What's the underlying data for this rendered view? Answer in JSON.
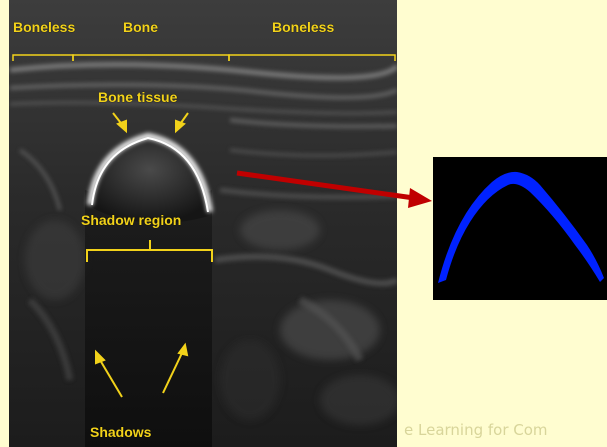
{
  "ultrasound": {
    "labels": {
      "boneless_left": "Boneless",
      "bone": "Bone",
      "boneless_right": "Boneless",
      "bone_tissue": "Bone tissue",
      "shadow_region": "Shadow region",
      "shadows": "Shadows"
    }
  },
  "segmentation_mask": {
    "mask_color": "#0022ff",
    "background_color": "#000000"
  },
  "colors": {
    "page_background": "#fffdd0",
    "annotation": "#f2d21a",
    "arrow": "#c00000"
  },
  "footer": {
    "text": "e Learning for Com"
  }
}
